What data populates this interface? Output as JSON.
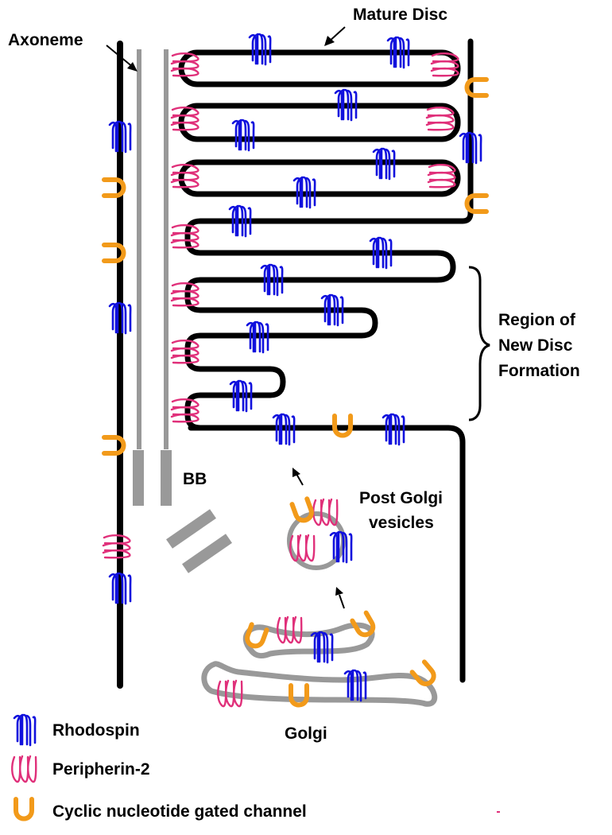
{
  "labels": {
    "mature_disc": "Mature Disc",
    "axoneme": "Axoneme",
    "region_line1": "Region of",
    "region_line2": "New Disc",
    "region_line3": "Formation",
    "bb": "BB",
    "post_golgi_line1": "Post Golgi",
    "post_golgi_line2": "vesicles",
    "golgi": "Golgi"
  },
  "legend": [
    {
      "icon": "rhodopsin-icon",
      "label": "Rhodospin"
    },
    {
      "icon": "peripherin-icon",
      "label": "Peripherin-2"
    },
    {
      "icon": "cng-channel-icon",
      "label": "Cyclic nucleotide gated channel"
    }
  ],
  "colors": {
    "membrane": "#000000",
    "axoneme": "#999999",
    "rhodopsin": "#1010dd",
    "peripherin": "#e0307a",
    "channel": "#f29a1a"
  }
}
